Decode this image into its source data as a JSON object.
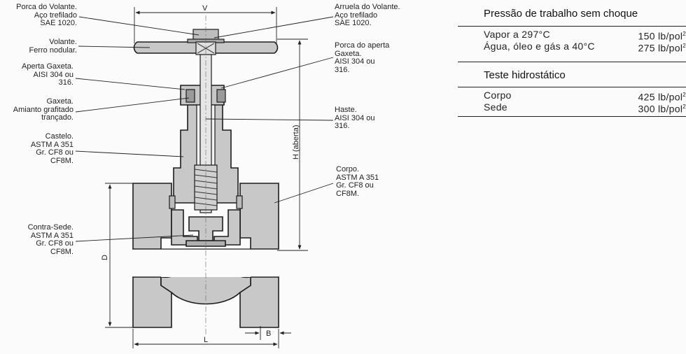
{
  "labels": {
    "porca_volante": [
      "Porca do Volante.",
      "Aço trefilado",
      "SAE 1020."
    ],
    "volante": [
      "Volante.",
      "Ferro nodular."
    ],
    "aperta_gaxeta_left": [
      "Aperta Gaxeta.",
      "AISI 304 ou",
      "316."
    ],
    "gaxeta": [
      "Gaxeta.",
      "Amianto grafitado",
      "trançado."
    ],
    "castelo": [
      "Castelo.",
      "ASTM A 351",
      "Gr. CF8 ou",
      "CF8M."
    ],
    "contra_sede": [
      "Contra-Sede.",
      "ASTM A 351",
      "Gr. CF8 ou",
      "CF8M."
    ],
    "arruela_volante": [
      "Arruela do Volante.",
      "Aço trefilado",
      "SAE 1020."
    ],
    "porca_aperta_gaxeta": [
      "Porca do aperta",
      "Gaxeta.",
      "AISI 304 ou",
      "316."
    ],
    "haste": [
      "Haste.",
      "AISI 304 ou",
      "316."
    ],
    "corpo": [
      "Corpo.",
      "ASTM A 351",
      "Gr. CF8 ou",
      "CF8M."
    ]
  },
  "dimensions": {
    "v": "V",
    "h": "H (aberta)",
    "d": "D",
    "l": "L",
    "b": "B"
  },
  "specs": {
    "working_pressure": {
      "title": "Pressão de trabalho sem choque",
      "rows": [
        {
          "label": "Vapor a 297°C",
          "value": "150 lb/pol",
          "exp": "2"
        },
        {
          "label": "Água, óleo e gás a 40°C",
          "value": "275 lb/pol",
          "exp": "2"
        }
      ]
    },
    "hydrostatic": {
      "title": "Teste hidrostático",
      "rows": [
        {
          "label": "Corpo",
          "value": "425 lb/pol",
          "exp": "2"
        },
        {
          "label": "Sede",
          "value": "300 lb/pol",
          "exp": "2"
        }
      ]
    }
  }
}
